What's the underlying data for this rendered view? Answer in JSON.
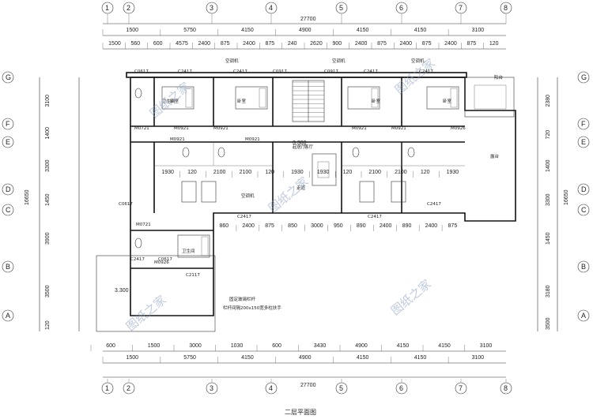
{
  "axes_top": [
    "1",
    "2",
    "3",
    "4",
    "5",
    "6",
    "7",
    "8"
  ],
  "axes_left": [
    "G",
    "F",
    "E",
    "D",
    "C",
    "B",
    "A"
  ],
  "dims": {
    "top_total": "27700",
    "top_row1": [
      "1500",
      "5750",
      "4150",
      "4900",
      "4150",
      "4150",
      "3100"
    ],
    "top_row2": [
      "1500",
      "560",
      "600",
      "4575",
      "2400",
      "875",
      "2400",
      "875",
      "240",
      "2620",
      "900",
      "2400",
      "875",
      "2400",
      "875",
      "2400",
      "875",
      "120"
    ],
    "bottom_row1": [
      "600",
      "1500",
      "3000",
      "1030",
      "600",
      "3430",
      "4900",
      "4150",
      "4150",
      "3100"
    ],
    "bottom_row2": [
      "1500",
      "5750",
      "4150",
      "4900",
      "4150",
      "4150",
      "3100"
    ],
    "bottom_total": "27700",
    "left": [
      "3100",
      "1400",
      "3300",
      "1450",
      "3900",
      "3500",
      "120"
    ],
    "right": [
      "2380",
      "720",
      "1400",
      "3300",
      "1450",
      "3180",
      "3500"
    ],
    "right_total": "16650",
    "mid_row": [
      "860",
      "2400",
      "875",
      "850",
      "3000",
      "950",
      "890",
      "2400",
      "890",
      "2400",
      "875"
    ],
    "bath_row": [
      "1930",
      "120",
      "2100",
      "2100",
      "120",
      "1930",
      "1930",
      "120",
      "2100",
      "2100",
      "120",
      "1930"
    ]
  },
  "labels": {
    "windows": [
      "C0617",
      "C2417",
      "C2417",
      "C0917",
      "C0917",
      "C2417",
      "C2417",
      "C0617",
      "C2417",
      "C2417",
      "C2417",
      "C2417",
      "C0617",
      "C2117"
    ],
    "doors": [
      "M0721",
      "M0921",
      "M0921",
      "M0921",
      "M0921",
      "M0921",
      "M0921",
      "M0926",
      "M0721",
      "M0926"
    ],
    "rooms": [
      "卧室",
      "卧室",
      "卧室",
      "卧室",
      "空调机",
      "空调机",
      "空调机",
      "空调机",
      "卫生间",
      "卫生间",
      "客厅",
      "走道",
      "起居厅",
      "阳台",
      "露台"
    ],
    "levels": [
      "3.300",
      "3.300"
    ],
    "note_line1": "固定玻璃栏杆",
    "note_line2": "栏杆间隔200x150宽多柱扶手",
    "watermark": "图纸之家",
    "title": "二层平面图"
  }
}
